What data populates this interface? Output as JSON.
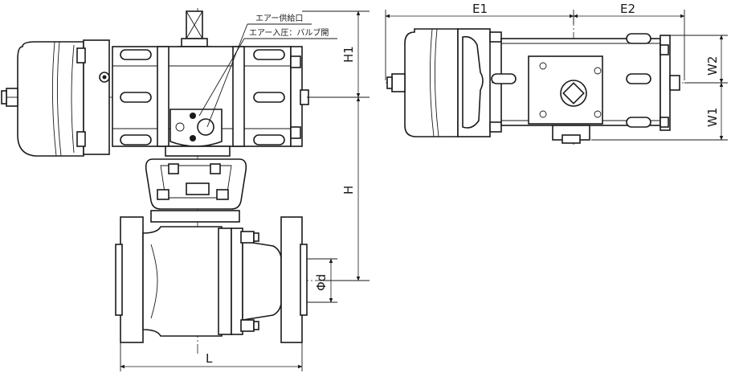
{
  "annotations": {
    "air_supply_port": "エアー供給口",
    "air_pressure_open": "エアー入圧：バルブ開"
  },
  "dimensions": {
    "h1": "H1",
    "h": "H",
    "phi_d": "Φd",
    "l": "L",
    "e1": "E1",
    "e2": "E2",
    "w2": "W2",
    "w1": "W1"
  }
}
